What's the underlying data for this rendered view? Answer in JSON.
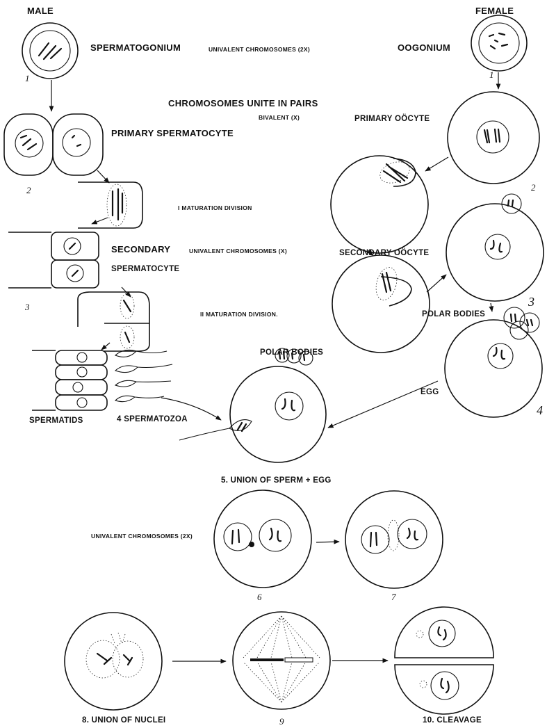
{
  "labels": {
    "male": "MALE",
    "female": "FEMALE",
    "spermatogonium": "SPERMATOGONIUM",
    "univalent_2x_top": "UNIVALENT CHROMOSOMES (2X)",
    "oogonium": "OOGONIUM",
    "chromosomes_unite": "CHROMOSOMES UNITE IN PAIRS",
    "bivalent": "BIVALENT (X)",
    "primary_spermatocyte": "PRIMARY SPERMATOCYTE",
    "primary_oocyte": "PRIMARY OÖCYTE",
    "maturation_1": "I  MATURATION  DIVISION",
    "secondary": "SECONDARY",
    "univalent_x": "UNIVALENT CHROMOSOMES (X)",
    "secondary_oocyte": "SECONDARY OÖCYTE",
    "spermatocyte": "SPERMATOCYTE",
    "maturation_2": "II  MATURATION DIVISION.",
    "polar_bodies_right": "POLAR BODIES",
    "polar_bodies_mid": "POLAR BODIES",
    "egg": "EGG",
    "spermatids": "SPERMATIDS",
    "spermatozoa": "4  SPERMATOZOA",
    "union_sperm_egg": "5. UNION OF SPERM + EGG",
    "univalent_2x_bottom": "UNIVALENT CHROMOSOMES (2X)",
    "union_nuclei": "8. UNION OF NUCLEI",
    "cleavage": "10. CLEAVAGE"
  },
  "numbers": {
    "n1_male": "1",
    "n1_female": "1",
    "n2_male": "2",
    "n2_female": "2",
    "n3_male": "3",
    "n3_female": "3",
    "n4_female": "4",
    "n6": "6",
    "n7": "7",
    "n9": "9"
  }
}
